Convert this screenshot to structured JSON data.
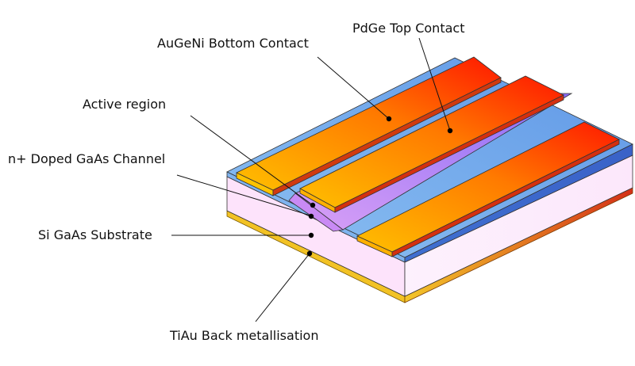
{
  "labels": {
    "augeni_bottom_contact": "AuGeNi Bottom Contact",
    "pdge_top_contact": "PdGe Top Contact",
    "active_region": "Active region",
    "doped_channel": "n+ Doped GaAs Channel",
    "substrate": "Si GaAs Substrate",
    "back_metallisation": "TiAu Back metallisation"
  },
  "colors": {
    "substrate": "#fde4fb",
    "channel": "#6aa2e6",
    "contact_orange": "#ff9500",
    "contact_red": "#ff1a00",
    "mesa_purple": "#b57cf5",
    "back_metal": "#f0c020"
  }
}
